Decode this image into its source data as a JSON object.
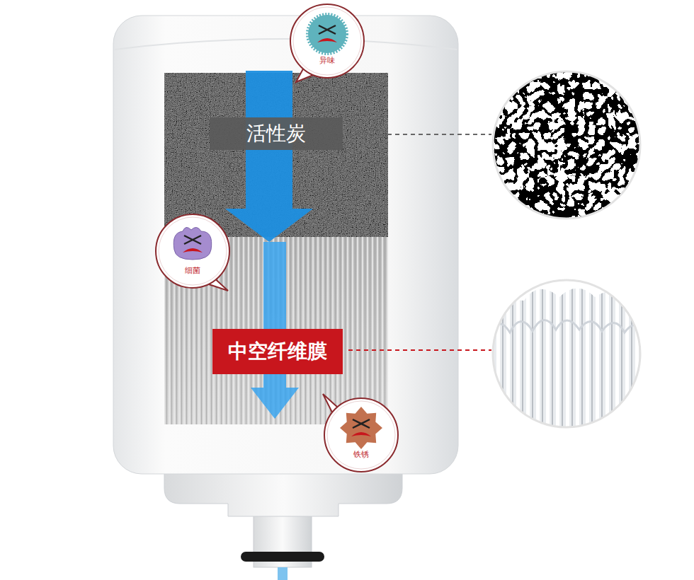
{
  "diagram": {
    "nodes": [
      {
        "text": [
          "异味"
        ]
      },
      {
        "text": [
          "活性炭"
        ]
      },
      {
        "text": [
          "细菌"
        ]
      },
      {
        "text": [
          "中空纤维膜"
        ]
      },
      {
        "text": [
          "铁锈"
        ]
      }
    ]
  }
}
